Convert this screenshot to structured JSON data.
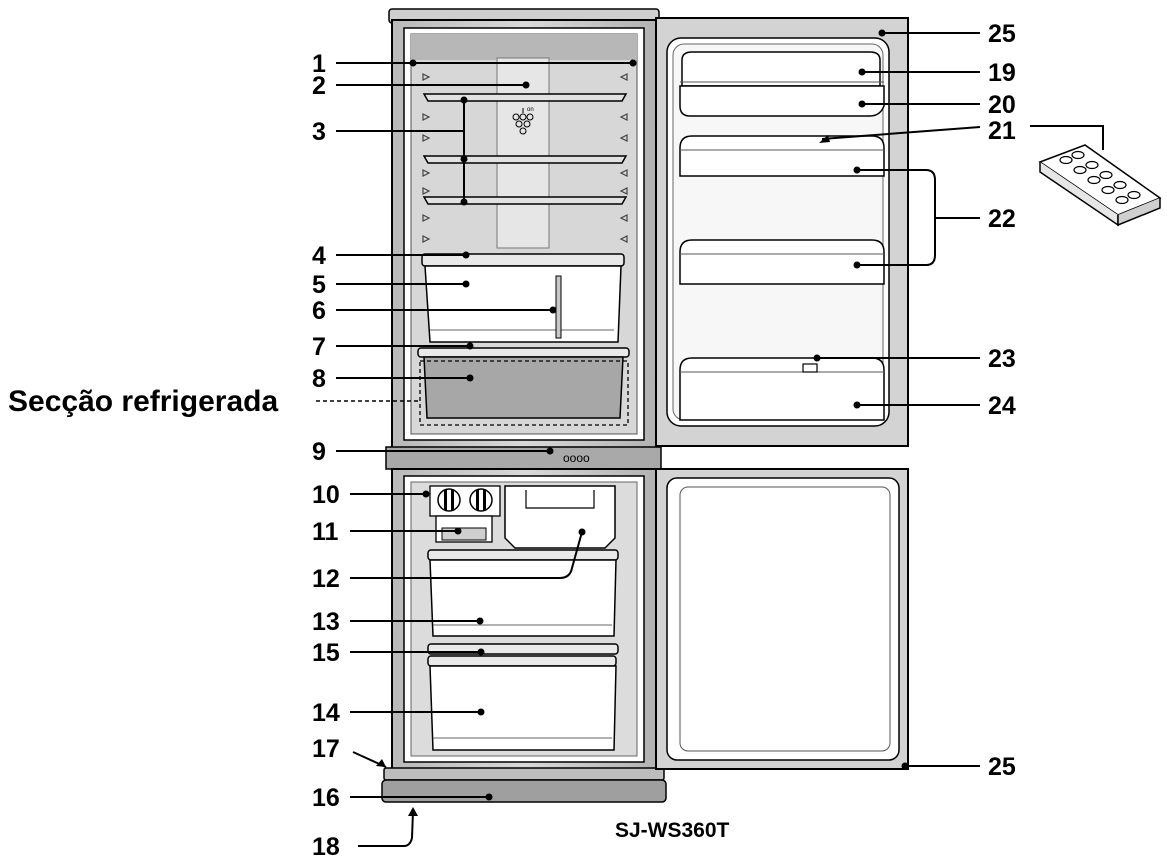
{
  "section_label": "Secção refrigerada",
  "model": "SJ-WS360T",
  "callouts": [
    "1",
    "2",
    "3",
    "4",
    "5",
    "6",
    "7",
    "8",
    "9",
    "10",
    "11",
    "12",
    "13",
    "14",
    "15",
    "16",
    "17",
    "18",
    "19",
    "20",
    "21",
    "22",
    "23",
    "24",
    "25",
    "25"
  ],
  "control_panel_indicator": "oooo",
  "shelf_icon_text": "on"
}
